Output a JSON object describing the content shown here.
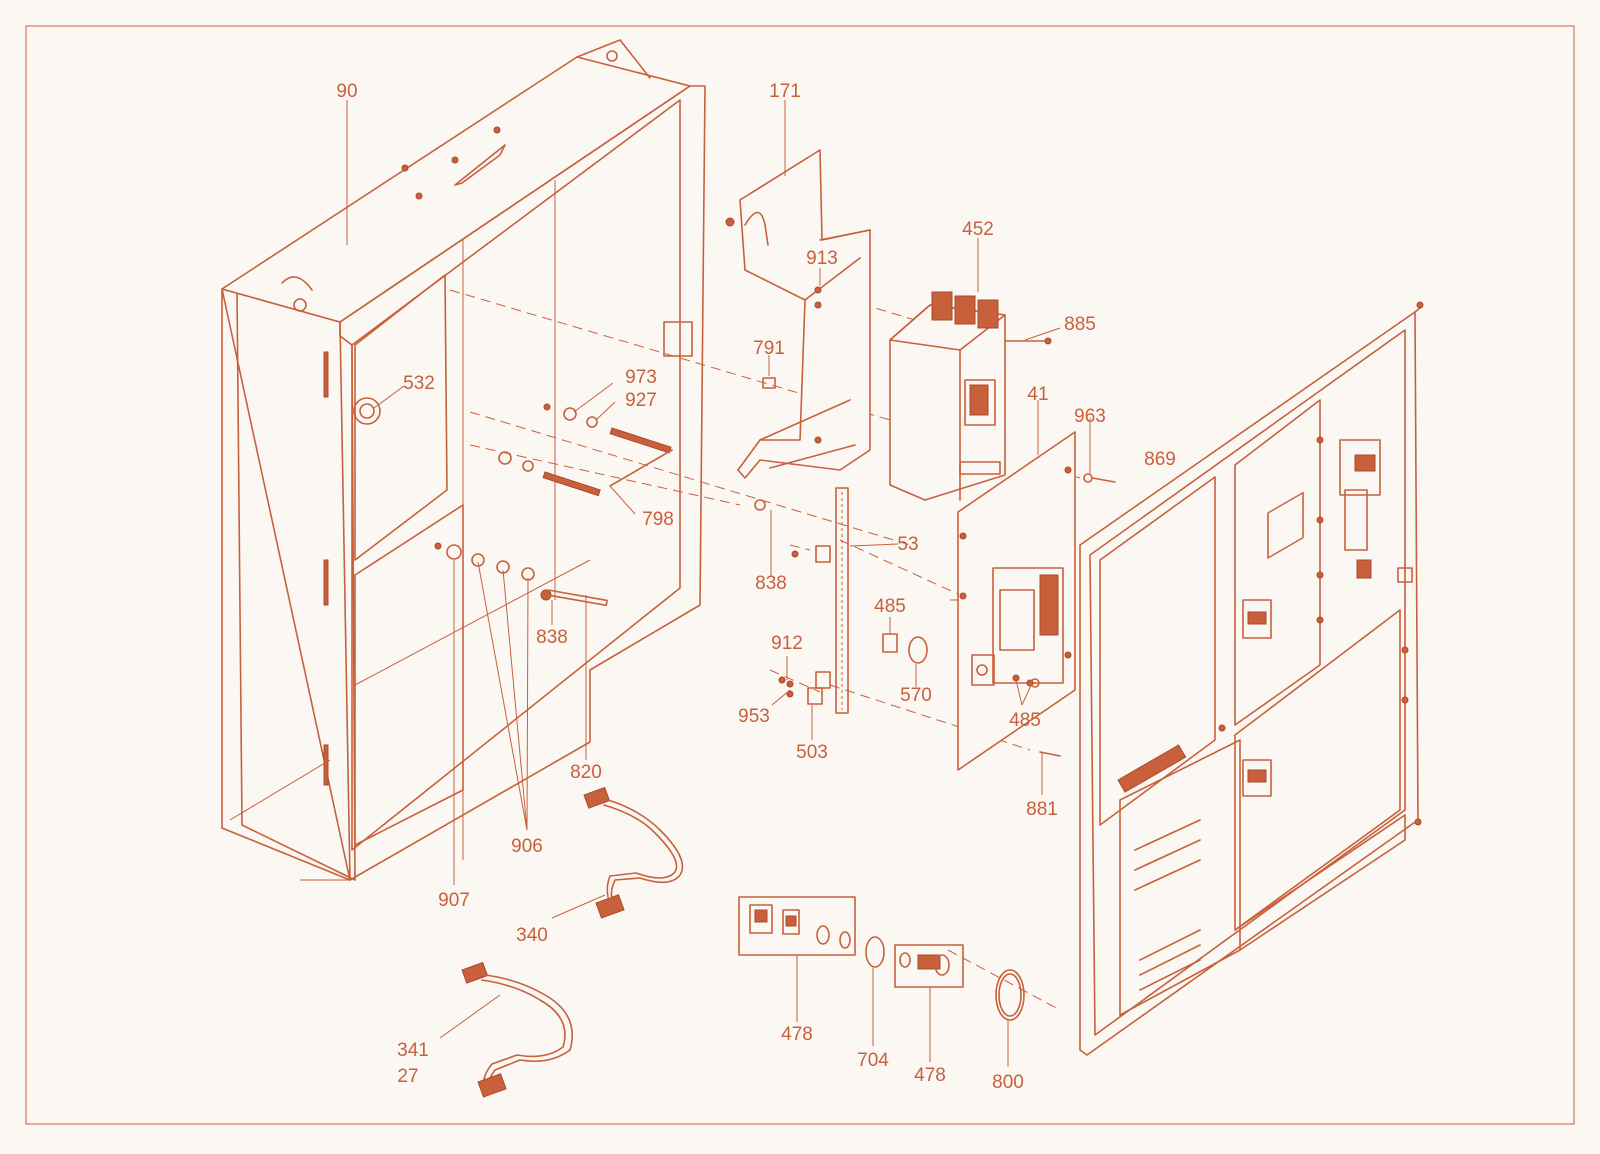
{
  "colors": {
    "line": "#c8603c",
    "background": "#fbf8f4"
  },
  "labels": {
    "l90": "90",
    "l171": "171",
    "l452": "452",
    "l885": "885",
    "l913": "913",
    "l791": "791",
    "l532": "532",
    "l973": "973",
    "l927": "927",
    "l41": "41",
    "l963": "963",
    "l869": "869",
    "l798": "798",
    "l838a": "838",
    "l53": "53",
    "l838b": "838",
    "l485a": "485",
    "l912": "912",
    "l570": "570",
    "l953": "953",
    "l485b": "485",
    "l503": "503",
    "l820": "820",
    "l881": "881",
    "l906": "906",
    "l907": "907",
    "l340": "340",
    "l478a": "478",
    "l704": "704",
    "l478b": "478",
    "l800": "800",
    "l341": "341",
    "l27": "27"
  }
}
